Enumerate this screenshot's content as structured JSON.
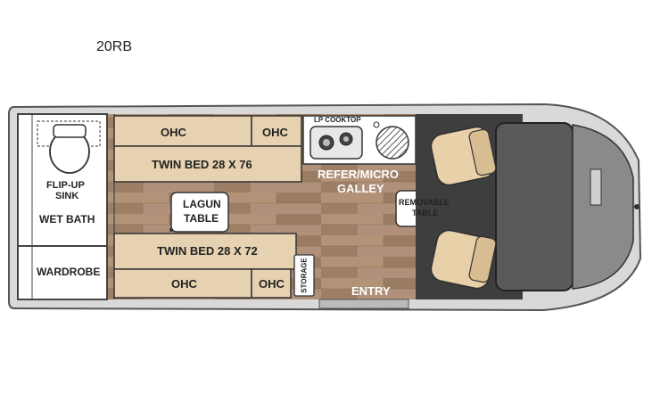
{
  "model": "20RB",
  "labels": {
    "ohc_top_left": "OHC",
    "ohc_top_right": "OHC",
    "lp_cooktop": "LP COOKTOP",
    "twin_bed_top": "TWIN BED 28 X 76",
    "refer_micro": "REFER/MICRO",
    "galley": "GALLEY",
    "flip_up": "FLIP-UP",
    "sink": "SINK",
    "wet_bath": "WET BATH",
    "lagun": "LAGUN",
    "table": "TABLE",
    "removable": "REMOVABLE",
    "removable_table": "TABLE",
    "twin_bed_bottom": "TWIN BED 28 X 72",
    "wardrobe": "WARDROBE",
    "ohc_bottom_left": "OHC",
    "ohc_bottom_right": "OHC",
    "storage": "STORAGE",
    "entry": "ENTRY"
  },
  "colors": {
    "wall": "#6b6b6b",
    "bed": "#e6d2b0",
    "floor": "#a2856a",
    "cab": "#3a3a3a",
    "seat": "#e8d0a8"
  }
}
